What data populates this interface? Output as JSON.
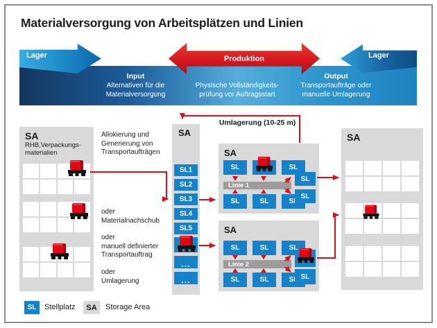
{
  "title": "Materialversorgung von Arbeitsplätzen und Linien",
  "banner": {
    "lager_left": "Lager",
    "produktion": "Produktion",
    "lager_right": "Lager",
    "input_title": "Input",
    "input_text": "Alternativen für die\nMaterialversorgung",
    "check_text": "Physische Vollständigkeits-\nprüfung vor Auftragsstart",
    "output_title": "Output",
    "output_text": "Transportaufträge oder\nmanuelle Umlagerung"
  },
  "labels": {
    "allocation": "Allokierung und\nGenerierung von\nTransportaufträgen",
    "or_restock": "oder\nMaterialnachschub",
    "or_manual": "oder\nmanuell definierter\nTransportauftrag",
    "or_relocation": "oder\nUmlagerung",
    "relocation_distance": "Umlagerung (10-25 m)"
  },
  "storage_left": {
    "label": "SA",
    "sublabel": "RHB,Verpackungs-\nmaterialien"
  },
  "sl_column": {
    "label": "SA",
    "slots": [
      {
        "type": "sl",
        "text": "SL1"
      },
      {
        "type": "sl",
        "text": "SL2"
      },
      {
        "type": "sl",
        "text": "SL3"
      },
      {
        "type": "sl",
        "text": "SL4"
      },
      {
        "type": "sl",
        "text": "SL5"
      },
      {
        "type": "pallet",
        "text": ""
      },
      {
        "type": "dots",
        "text": "..."
      },
      {
        "type": "dots",
        "text": "..."
      }
    ]
  },
  "line1": {
    "label": "SA",
    "line_label": "Linie 1",
    "slot": "SL"
  },
  "line2": {
    "label": "SA",
    "line_label": "Linie 2",
    "slot": "SL"
  },
  "storage_right": {
    "label": "SA"
  },
  "legend": {
    "sl_key": "SL",
    "sl_text": "Stellplatz",
    "sa_key": "SA",
    "sa_text": "Storage Area"
  },
  "colors": {
    "slot_blue": "#1483c9",
    "flow_red": "#e30b17",
    "storage_gray": "#d9d9d9"
  }
}
